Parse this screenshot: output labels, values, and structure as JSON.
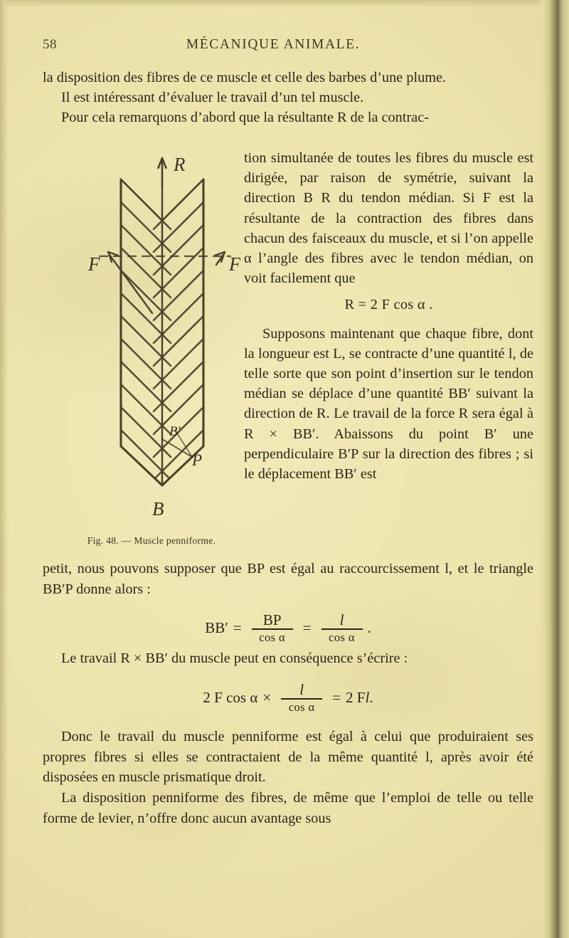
{
  "page": {
    "folio": "58",
    "running_head": "MÉCANIQUE ANIMALE.",
    "paper_color": "#ece2ab",
    "ink_color": "#2b2619"
  },
  "body": {
    "para_1": "la disposition des fibres de ce muscle et celle des barbes d’une plume.",
    "para_2": "Il est intéressant d’évaluer le travail d’un tel muscle.",
    "para_3_lead": "Pour cela remarquons d’abord que la résultante R de la contrac-",
    "wrapped_text": "tion simultanée de toutes les fibres du muscle est dirigée, par raison de symétrie, suivant la direction B R du tendon médian. Si F est la résultante de la contraction des fibres dans chacun des faisceaux du muscle, et si l’on appelle α l’angle des fibres avec le tendon médian, on voit facilement que",
    "equation_inline_1": "R = 2 F cos α .",
    "wrapped_text_2": "Supposons maintenant que chaque fibre, dont la longueur est L, se contracte d’une quantité l, de telle sorte que son point d’insertion sur le tendon médian se déplace d’une quantité BB′ suivant la direction de R. Le travail de la force R sera égal à R × BB′. Abaissons du point B′ une perpendiculaire B′P sur la direction des fibres ; si le déplacement BB′ est",
    "para_after_fig": "petit, nous pouvons supposer que BP est égal au raccourcissement l, et le triangle BB′P donne alors :",
    "para_le_travail": "Le travail R × BB′ du muscle peut en conséquence s’écrire :",
    "para_donc": "Donc le travail du muscle penniforme est égal à celui que produiraient ses propres fibres si elles se contractaient de la même quantité l, après avoir été disposées en muscle prismatique droit.",
    "para_last": "La disposition penniforme des fibres, de même que l’emploi de telle ou telle forme de levier, n’offre donc aucun avantage sous"
  },
  "equations": {
    "eq1": {
      "lhs": "BB′",
      "eq": "=",
      "frac1_num": "BP",
      "frac1_den": "cos α",
      "eq2": "=",
      "frac2_num": "l",
      "frac2_den": "cos α",
      "period": "."
    },
    "eq2": {
      "lhs": "2 F cos α",
      "times": "×",
      "frac_num": "l",
      "frac_den": "cos α",
      "eq": "=",
      "rhs": "2 F",
      "rhs_it": "l",
      "period": "."
    }
  },
  "figure": {
    "caption": "Fig. 48. — Muscle penniforme.",
    "labels": {
      "resultant": "R",
      "force_left": "F",
      "force_right": "F",
      "base": "B",
      "displaced": "B′",
      "perpendicular": "P"
    }
  }
}
